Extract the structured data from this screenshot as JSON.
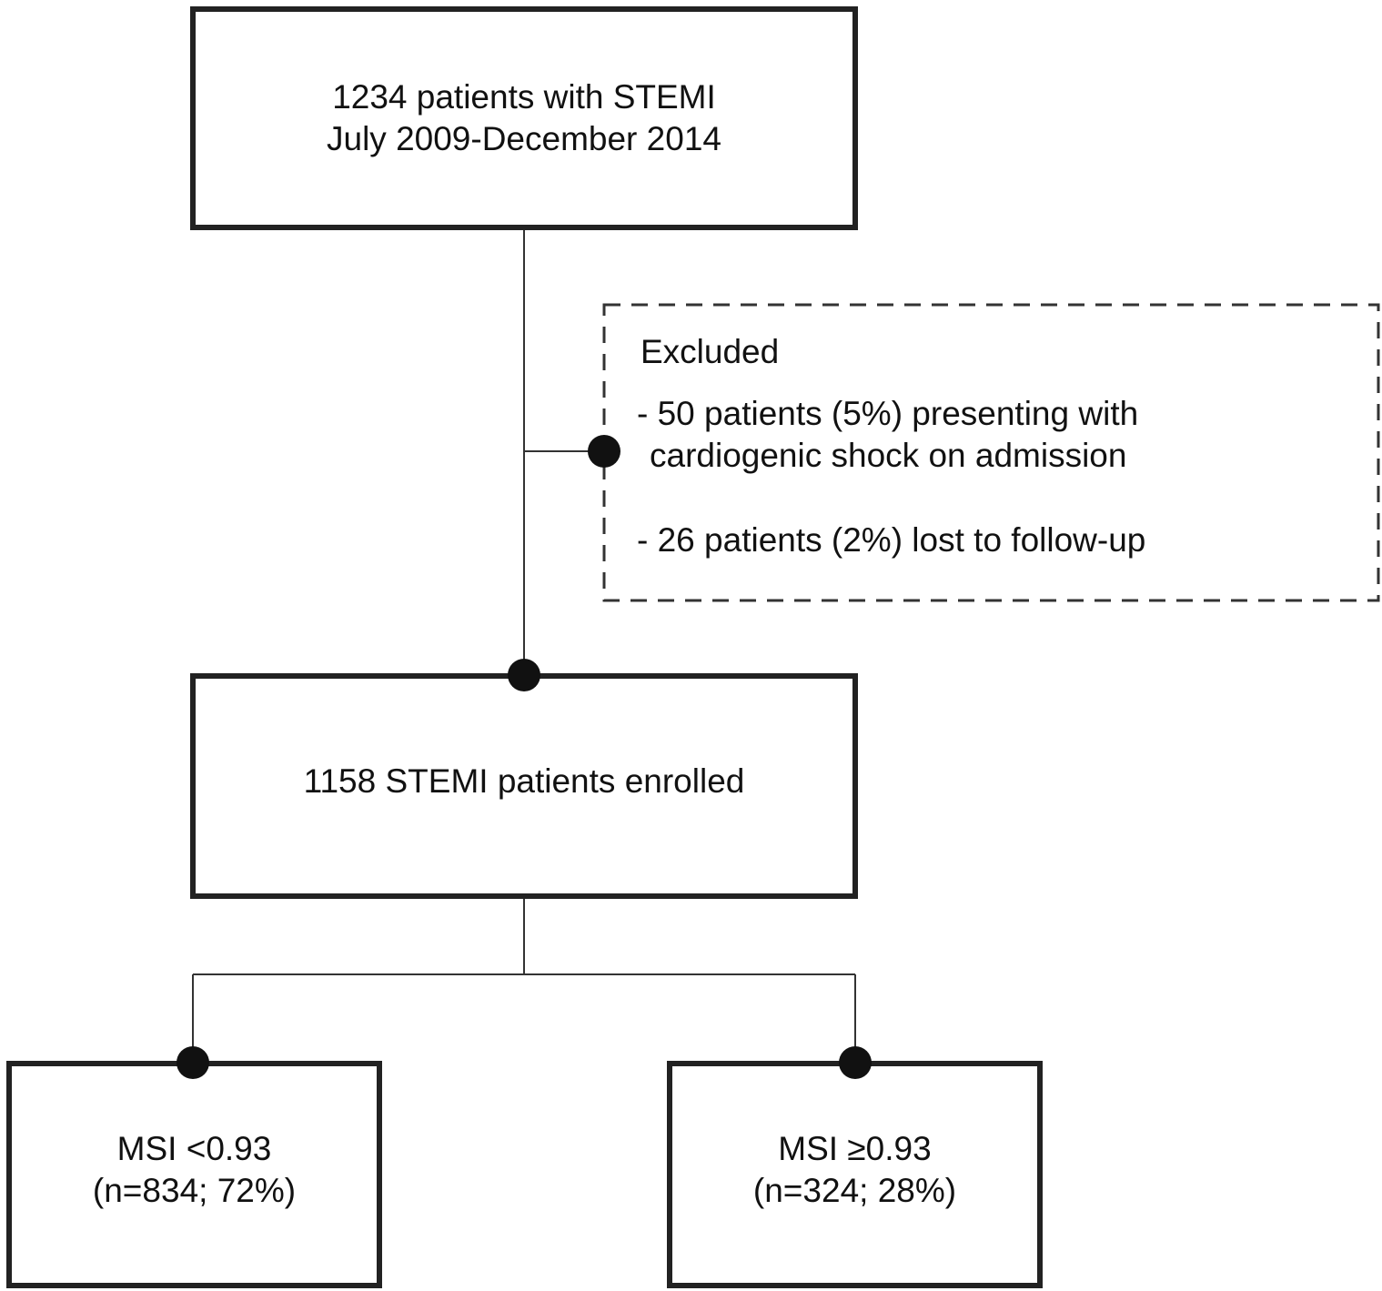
{
  "boxes": {
    "total": {
      "line1": "1234 patients with STEMI",
      "line2": "July 2009-December 2014"
    },
    "excluded": {
      "title": "Excluded",
      "items": [
        {
          "line1": "- 50 patients (5%) presenting with",
          "line2": "cardiogenic shock on admission"
        },
        {
          "line1": "- 26 patients (2%) lost to follow-up"
        }
      ]
    },
    "enrolled": {
      "line1": "1158 STEMI patients enrolled"
    },
    "msi_low": {
      "line1": "MSI <0.93",
      "line2": "(n=834; 72%)"
    },
    "msi_high": {
      "line1": "MSI ≥0.93",
      "line2": "(n=324; 28%)"
    }
  }
}
